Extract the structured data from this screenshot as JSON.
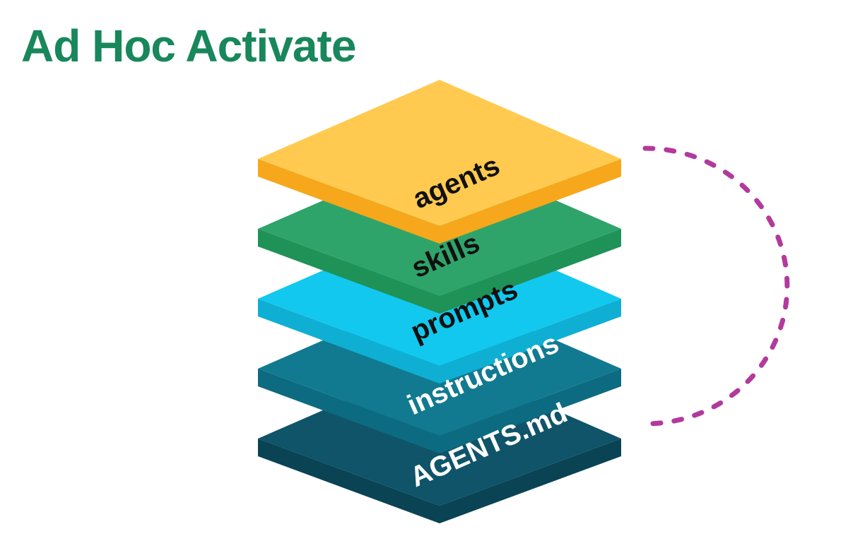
{
  "title": {
    "text": "Ad Hoc Activate",
    "color": "#18875B"
  },
  "stack": {
    "layers": [
      {
        "id": "agents",
        "label": "agents",
        "top_color": "#FFCA4F",
        "side_color": "#F7A71B",
        "label_color": "#111111"
      },
      {
        "id": "skills",
        "label": "skills",
        "top_color": "#2FA46A",
        "side_color": "#1F9257",
        "label_color": "#111111"
      },
      {
        "id": "prompts",
        "label": "prompts",
        "top_color": "#12C8EE",
        "side_color": "#0FAFD3",
        "label_color": "#111111"
      },
      {
        "id": "instructions",
        "label": "instructions",
        "top_color": "#117A90",
        "side_color": "#0C6B80",
        "label_color": "#FFFFFF"
      },
      {
        "id": "agents-md",
        "label": "AGENTS.md",
        "top_color": "#0F5468",
        "side_color": "#0A4354",
        "label_color": "#FFFFFF"
      }
    ]
  },
  "arc": {
    "color": "#B23A9C"
  }
}
